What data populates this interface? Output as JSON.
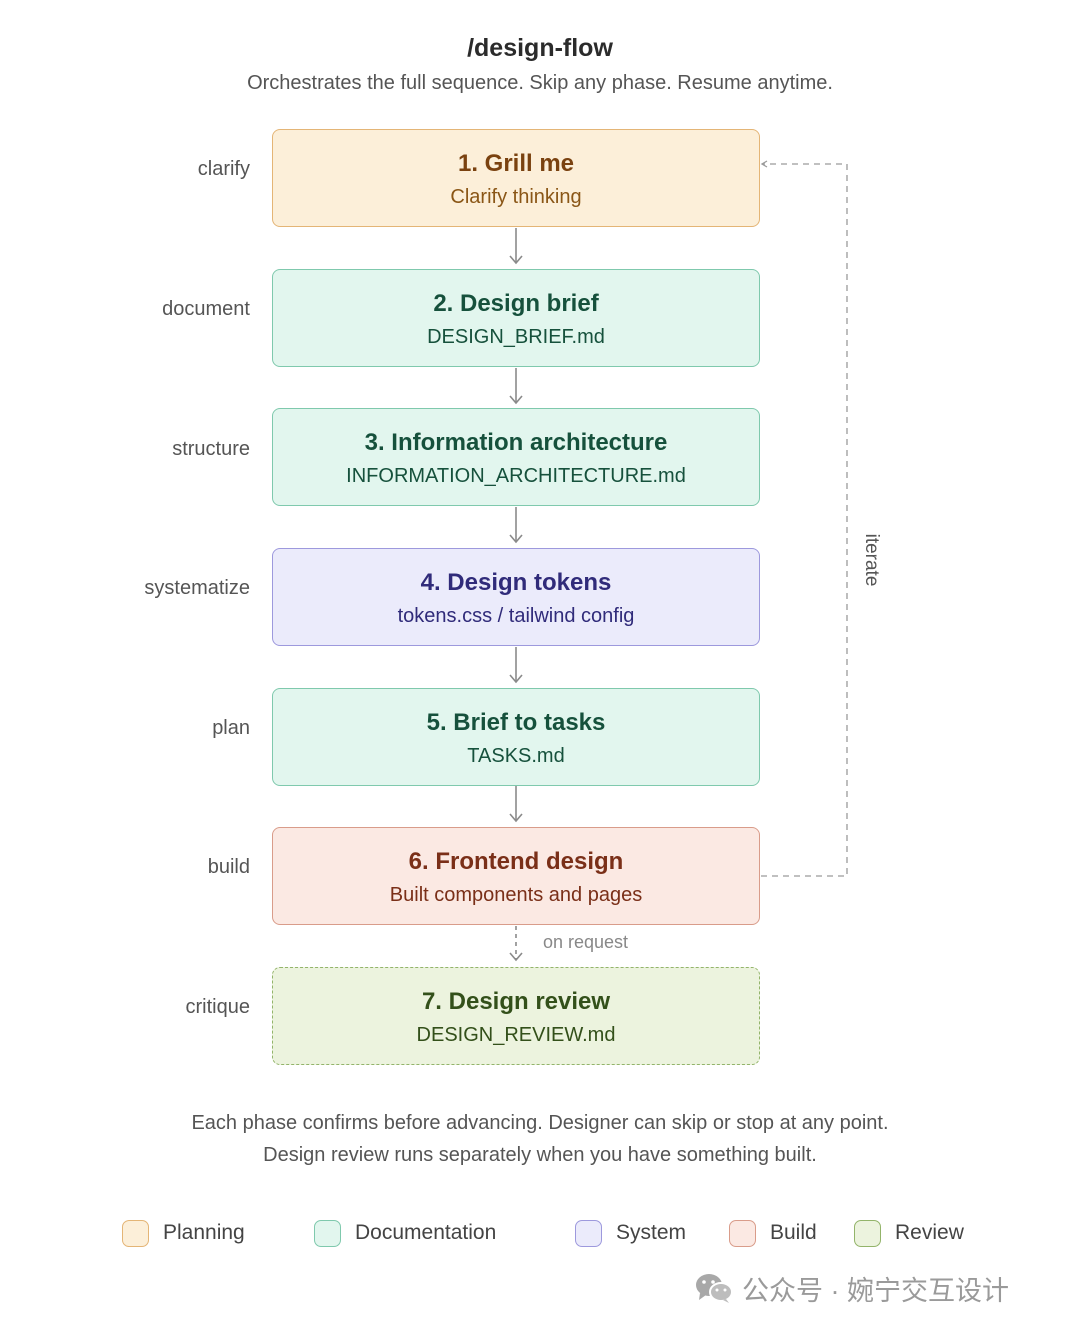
{
  "header": {
    "title": "/design-flow",
    "subtitle": "Orchestrates the full sequence. Skip any phase. Resume anytime."
  },
  "phases": [
    {
      "stage": "clarify",
      "name": "1. Grill me",
      "detail": "Clarify thinking",
      "category": "Planning"
    },
    {
      "stage": "document",
      "name": "2. Design brief",
      "detail": "DESIGN_BRIEF.md",
      "category": "Documentation"
    },
    {
      "stage": "structure",
      "name": "3. Information architecture",
      "detail": "INFORMATION_ARCHITECTURE.md",
      "category": "Documentation"
    },
    {
      "stage": "systematize",
      "name": "4. Design tokens",
      "detail": "tokens.css / tailwind config",
      "category": "System"
    },
    {
      "stage": "plan",
      "name": "5. Brief to tasks",
      "detail": "TASKS.md",
      "category": "Documentation"
    },
    {
      "stage": "build",
      "name": "6. Frontend design",
      "detail": "Built components and pages",
      "category": "Build"
    },
    {
      "stage": "critique",
      "name": "7. Design review",
      "detail": "DESIGN_REVIEW.md",
      "category": "Review"
    }
  ],
  "connectors": {
    "on_request_label": "on request",
    "iterate_label": "iterate"
  },
  "footer": {
    "line1": "Each phase confirms before advancing. Designer can skip or stop at any point.",
    "line2": "Design review runs separately when you have something built."
  },
  "legend": [
    {
      "label": "Planning",
      "fill": "#fcefd9",
      "stroke": "#e4b576"
    },
    {
      "label": "Documentation",
      "fill": "#e2f6ee",
      "stroke": "#7fc9ad"
    },
    {
      "label": "System",
      "fill": "#ebebfb",
      "stroke": "#9d99dd"
    },
    {
      "label": "Build",
      "fill": "#fbe9e3",
      "stroke": "#d99c8a"
    },
    {
      "label": "Review",
      "fill": "#ecf3de",
      "stroke": "#93b46a"
    }
  ],
  "watermark": {
    "text": "公众号 · 婉宁交互设计",
    "icon": "wechat-icon"
  }
}
